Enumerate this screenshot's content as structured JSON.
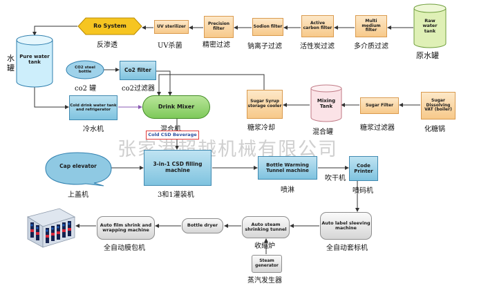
{
  "boxes": {
    "ro_system": "Ro System",
    "uv_sterilizer": "UV sterilizer",
    "precision_filter": "Precision filter",
    "sodion_filter": "Sodion filter",
    "active_carbon_filter": "Active carbon filter",
    "multi_medium_filter": "Multi medium filter",
    "raw_water_tank": "Raw water tank",
    "pure_water_tank": "Pure water tank",
    "co2_steel_bottle": "CO2 steel bottle",
    "co2_filter": "Co2 filter",
    "cold_drink_water_tank": "Cold drink water tank and refrigerator",
    "drink_mixer": "Drink Mixer",
    "sugar_syrup_cooler": "Sugar Syrup storage cooler",
    "mixing_tank": "Mixing Tank",
    "sugar_filter": "Sugar Filter",
    "sugar_dissolving_vat": "Sugar Dissolving VAT (boiler)",
    "cold_csd_beverage": "Cold CSD Beverage",
    "cap_elevator": "Cap elevator",
    "filling_machine": "3-in-1 CSD filling machine",
    "bottle_warming_tunnel": "Bottle Warming Tunnel machine",
    "code_printer": "Code Printer",
    "auto_label_sleeving": "Auto label sleeving machine",
    "auto_steam_shrinking": "Auto steam shrinking tunnel",
    "bottle_dryer": "Bottle dryer",
    "auto_film_shrink": "Auto film shrink and wrapping machine",
    "steam_generator": "Steam generator"
  },
  "captions": {
    "ro_system": "反渗透",
    "uv_sterilizer": "UV杀菌",
    "precision_filter": "精密过滤",
    "sodion_filter": "钠离子过滤",
    "active_carbon_filter": "活性炭过滤",
    "multi_medium_filter": "多介质过滤",
    "raw_water_tank": "原水罐",
    "pure_water_tank_1": "水",
    "pure_water_tank_2": "罐",
    "co2_steel_bottle": "co2  罐",
    "co2_filter": "co2过滤器",
    "cold_drink_water_tank": "冷水机",
    "drink_mixer": "混合机",
    "sugar_syrup_cooler": "糖浆冷却",
    "mixing_tank": "混合罐",
    "sugar_filter": "糖浆过滤器",
    "sugar_dissolving_vat": "化糖锅",
    "cap_elevator": "上盖机",
    "filling_machine": "3和1灌装机",
    "bottle_warming_tunnel": "喷淋",
    "blow_dryer": "吹干机",
    "code_printer": "喷码机",
    "auto_label_sleeving": "全自动套标机",
    "auto_steam_shrinking": "收缩炉",
    "auto_film_shrink": "全自动膜包机",
    "steam_generator": "蒸汽发生器"
  },
  "watermark": "张家港超越机械有限公司",
  "colors": {
    "orange_box": "#f7c98a",
    "blue_box": "#7fc3df",
    "ro_yellow": "#f6c521",
    "mixer_green": "#8fd36a",
    "raw_tank_green": "#dff0b6",
    "label_red": "#e03a3a"
  }
}
